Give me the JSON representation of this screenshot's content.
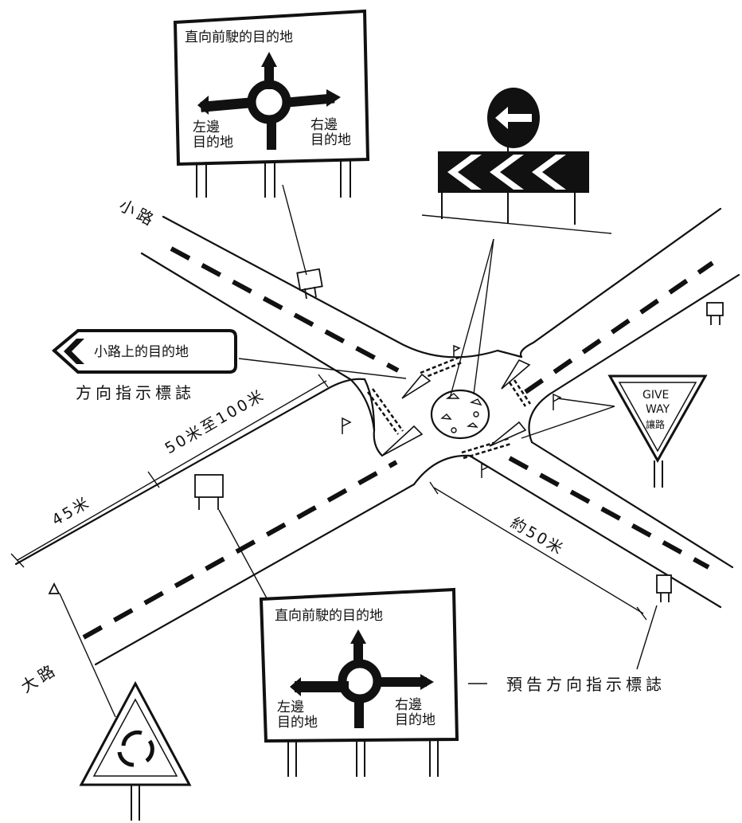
{
  "labels": {
    "minor_road": "小路",
    "major_road": "大路",
    "direction_sign": "方向指示標誌",
    "advance_direction_sign": "預告方向指示標誌",
    "dist_45": "45米",
    "dist_50_100": "50米至100米",
    "dist_about_50": "約50米"
  },
  "top_sign": {
    "straight_ahead": "直向前駛的目的地",
    "left": "左邊",
    "left_dest": "目的地",
    "right": "右邊",
    "right_dest": "目的地"
  },
  "bottom_sign": {
    "straight_ahead": "直向前駛的目的地",
    "left": "左邊",
    "left_dest": "目的地",
    "right": "右邊",
    "right_dest": "目的地"
  },
  "side_road_sign": {
    "text": "小路上的目的地"
  },
  "give_way_sign": {
    "line1": "GIVE",
    "line2": "WAY",
    "line3": "讓路"
  },
  "icons": [
    "roundabout-map-icon",
    "keep-left-arrow-icon",
    "chevron-board-icon",
    "give-way-triangle-icon",
    "roundabout-warning-icon"
  ]
}
